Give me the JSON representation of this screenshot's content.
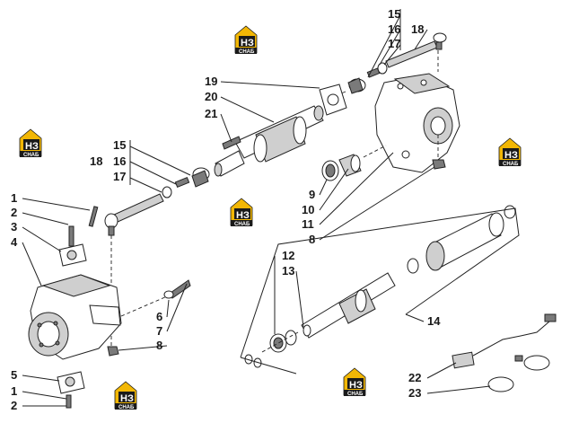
{
  "logo": {
    "letters": "НЗ",
    "caption": "СНАБ",
    "colors": {
      "gold": "#f2b705",
      "dark": "#1a1a1a",
      "white": "#ffffff"
    }
  },
  "callouts": [
    {
      "id": "c-15-top",
      "text": "15"
    },
    {
      "id": "c-16-top",
      "text": "16"
    },
    {
      "id": "c-17-top",
      "text": "17"
    },
    {
      "id": "c-18-top",
      "text": "18"
    },
    {
      "id": "c-19",
      "text": "19"
    },
    {
      "id": "c-20",
      "text": "20"
    },
    {
      "id": "c-21",
      "text": "21"
    },
    {
      "id": "c-15-left",
      "text": "15"
    },
    {
      "id": "c-16-left",
      "text": "16"
    },
    {
      "id": "c-17-left",
      "text": "17"
    },
    {
      "id": "c-18-left",
      "text": "18"
    },
    {
      "id": "c-1-top",
      "text": "1"
    },
    {
      "id": "c-2-top",
      "text": "2"
    },
    {
      "id": "c-3",
      "text": "3"
    },
    {
      "id": "c-4",
      "text": "4"
    },
    {
      "id": "c-9",
      "text": "9"
    },
    {
      "id": "c-10",
      "text": "10"
    },
    {
      "id": "c-11",
      "text": "11"
    },
    {
      "id": "c-8-right",
      "text": "8"
    },
    {
      "id": "c-12",
      "text": "12"
    },
    {
      "id": "c-13",
      "text": "13"
    },
    {
      "id": "c-14",
      "text": "14"
    },
    {
      "id": "c-6",
      "text": "6"
    },
    {
      "id": "c-7",
      "text": "7"
    },
    {
      "id": "c-8-left",
      "text": "8"
    },
    {
      "id": "c-5",
      "text": "5"
    },
    {
      "id": "c-1-bottom",
      "text": "1"
    },
    {
      "id": "c-2-bottom",
      "text": "2"
    },
    {
      "id": "c-22",
      "text": "22"
    },
    {
      "id": "c-23",
      "text": "23"
    }
  ]
}
